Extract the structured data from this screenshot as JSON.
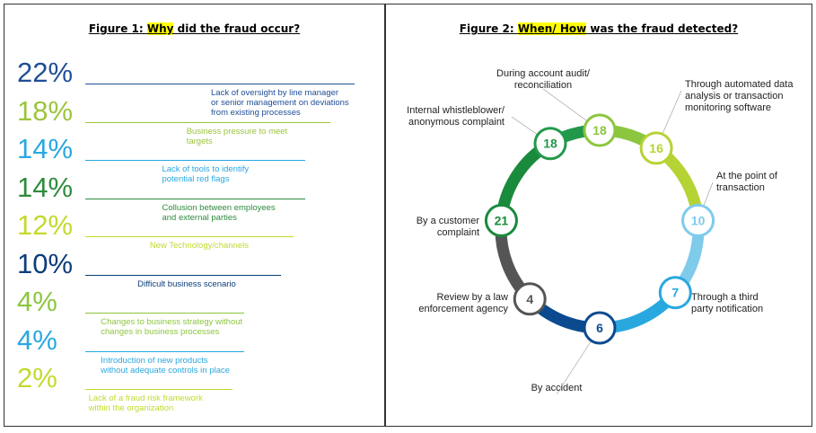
{
  "figure1": {
    "title_prefix": "Figure 1: ",
    "title_highlight": "Why",
    "title_suffix": " did the fraud occur?"
  },
  "figure2": {
    "title_prefix": "Figure 2: ",
    "title_highlight": "When/ How",
    "title_suffix": " was the fraud detected?"
  },
  "chart_data": [
    {
      "type": "bar",
      "title": "Figure 1: Why did the fraud occur?",
      "categories": [
        "Lack of oversight by line manager or senior management on deviations from existing processes",
        "Business pressure to meet targets",
        "Lack of tools to identify potential red flags",
        "Collusion between employees and external parties",
        "New Technology/channels",
        "Difficult business scenario",
        "Changes to business strategy without changes in business processes",
        "Introduction of new products without adequate controls in place",
        "Lack of a fraud risk framework within the organization"
      ],
      "values": [
        22,
        18,
        14,
        14,
        12,
        10,
        4,
        4,
        2
      ],
      "labels": [
        "22%",
        "18%",
        "14%",
        "14%",
        "12%",
        "10%",
        "4%",
        "4%",
        "2%"
      ],
      "desc_lines": [
        [
          "Lack of oversight by line manager",
          "or senior management on deviations",
          "from existing processes"
        ],
        [
          "Business pressure to meet",
          "targets"
        ],
        [
          "Lack of tools to identify",
          "potential red flags"
        ],
        [
          "Collusion between employees",
          "and external parties"
        ],
        [
          "New Technology/channels"
        ],
        [
          "Difficult business scenario"
        ],
        [
          "Changes to business strategy without",
          "changes in business processes"
        ],
        [
          "Introduction of new products",
          "without adequate controls in place"
        ],
        [
          "Lack of a fraud risk framework",
          "within the organization"
        ]
      ],
      "colors": [
        "#1f4e96",
        "#9bc53d",
        "#29a8e0",
        "#2e8b3e",
        "#c4d92e",
        "#0b3d7a",
        "#8cc63f",
        "#29a8e0",
        "#c4d92e"
      ]
    },
    {
      "type": "pie",
      "title": "Figure 2: When/ How was the fraud detected?",
      "categories": [
        "During account audit/ reconciliation",
        "Through automated data analysis or transaction monitoring software",
        "At the point of transaction",
        "Through a third party notification",
        "By accident",
        "Review by a law enforcement agency",
        "By a customer complaint",
        "Internal whistleblower/ anonymous complaint"
      ],
      "values": [
        18,
        16,
        10,
        7,
        6,
        4,
        21,
        18
      ],
      "label_lines": [
        [
          "During account audit/",
          "reconciliation"
        ],
        [
          "Through automated data",
          "analysis or transaction",
          "monitoring software"
        ],
        [
          "At the point of",
          "transaction"
        ],
        [
          "Through a third",
          "party notification"
        ],
        [
          "By accident"
        ],
        [
          "Review by a law",
          "enforcement agency"
        ],
        [
          "By a customer",
          "complaint"
        ],
        [
          "Internal whistleblower/",
          "anonymous complaint"
        ]
      ],
      "colors": [
        "#8cc63f",
        "#b5d334",
        "#7fcbea",
        "#29a8e0",
        "#0b4a8f",
        "#555555",
        "#1a8a3c",
        "#22994a"
      ]
    }
  ]
}
